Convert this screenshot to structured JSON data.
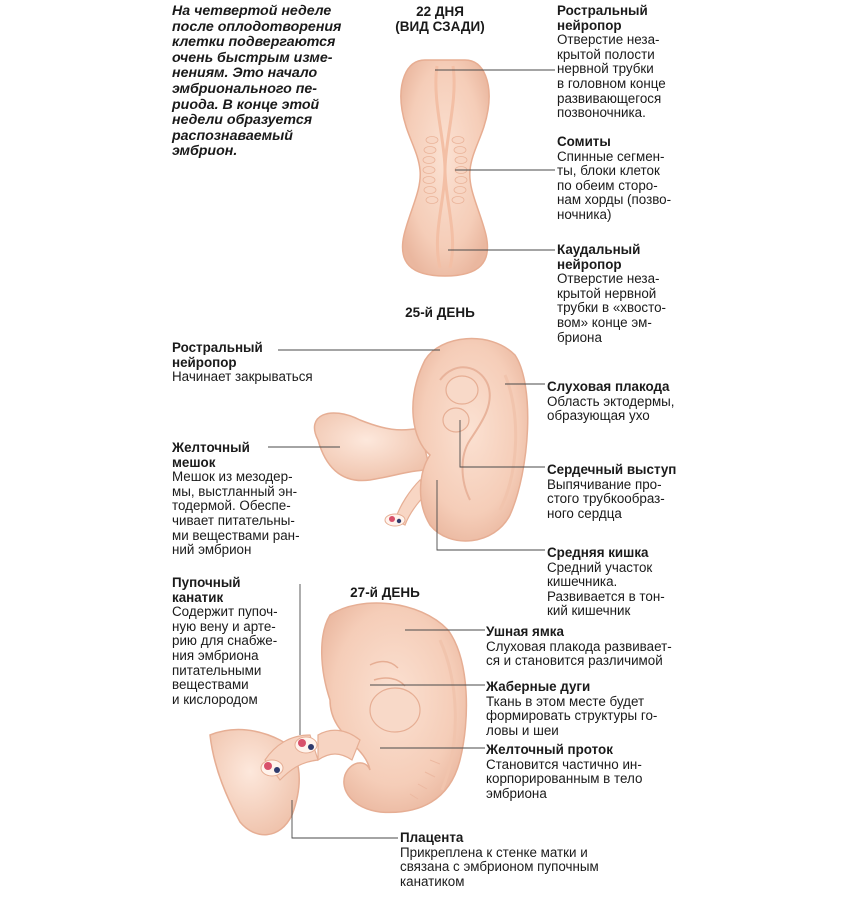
{
  "intro": "На четвертой неделе\nпосле оплодотворения\nклетки подвергаются\nочень быстрым изме-\nнениям. Это начало\nэмбрионального пе-\nриода. В конце этой\nнедели образуется\nраспознаваемый\nэмбрион.",
  "stages": {
    "day22": "22 ДНЯ\n(ВИД СЗАДИ)",
    "day25": "25-й ДЕНЬ",
    "day27": "27-й ДЕНЬ"
  },
  "labels": {
    "rostral_top": {
      "title": "Ростральный\nнейропор",
      "desc": "Отверстие неза-\nкрытой полости\nнервной трубки\nв головном конце\nразвивающегося\nпозвоночника."
    },
    "somites": {
      "title": "Сомиты",
      "desc": "Спинные сегмен-\nты, блоки клеток\nпо обеим сторо-\nнам хорды (позво-\nночника)"
    },
    "caudal": {
      "title": "Каудальный\nнейропор",
      "desc": "Отверстие неза-\nкрытой нервной\nтрубки в «хвосто-\nвом» конце эм-\nбриона"
    },
    "rostral_25": {
      "title": "Ростральный\nнейропор",
      "desc": "Начинает закрываться"
    },
    "otic_placode": {
      "title": "Слуховая плакода",
      "desc": "Область эктодермы,\nобразующая ухо"
    },
    "yolk_sac": {
      "title": "Желточный\nмешок",
      "desc": "Мешок из мезодер-\nмы, выстланный эн-\nтодермой. Обеспе-\nчивает питательны-\nми веществами ран-\nний эмбрион"
    },
    "heart_bulge": {
      "title": "Сердечный выступ",
      "desc": "Выпячивание про-\nстого трубкообраз-\nного сердца"
    },
    "midgut": {
      "title": "Средняя кишка",
      "desc": "Средний участок\nкишечника.\nРазвивается в тон-\nкий кишечник"
    },
    "umbilical_cord": {
      "title": "Пупочный\nканатик",
      "desc": "Содержит пупоч-\nную вену и арте-\nрию для снабже-\nния эмбриона\nпитательными\nвеществами\nи кислородом"
    },
    "otic_pit": {
      "title": "Ушная ямка",
      "desc": "Слуховая плакода развивает-\nся и становится различимой"
    },
    "gill_arches": {
      "title": "Жаберные дуги",
      "desc": "Ткань в этом месте будет\nформировать структуры го-\nловы и шеи"
    },
    "yolk_duct": {
      "title": "Желточный проток",
      "desc": "Становится частично ин-\nкорпорированным в тело\nэмбриона"
    },
    "placenta": {
      "title": "Плацента",
      "desc": "Прикреплена к стенке матки и\nсвязана с эмбрионом пупочным\nканатиком"
    }
  }
}
